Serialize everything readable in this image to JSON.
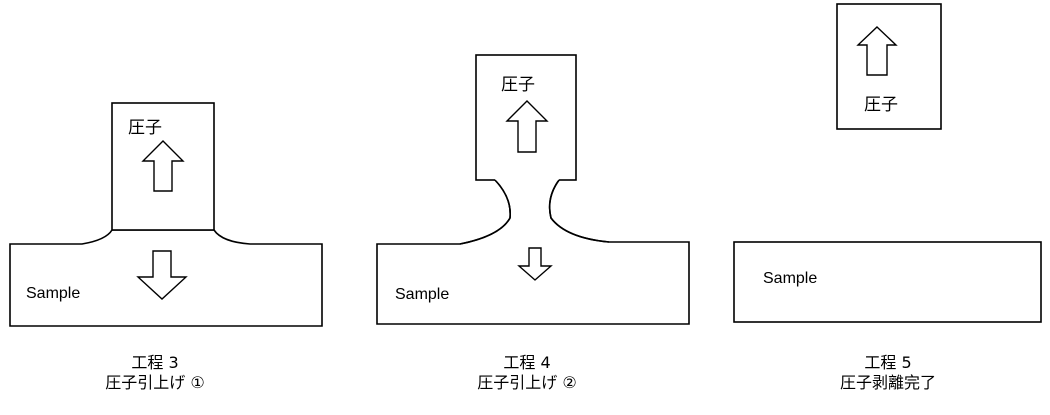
{
  "steps": [
    {
      "indenter_label": "圧子",
      "sample_label": "Sample",
      "caption_line1": "工程 3",
      "caption_line2": "圧子引上げ ①"
    },
    {
      "indenter_label": "圧子",
      "sample_label": "Sample",
      "caption_line1": "工程 4",
      "caption_line2": "圧子引上げ ②"
    },
    {
      "indenter_label": "圧子",
      "sample_label": "Sample",
      "caption_line1": "工程 5",
      "caption_line2": "圧子剥離完了"
    }
  ]
}
